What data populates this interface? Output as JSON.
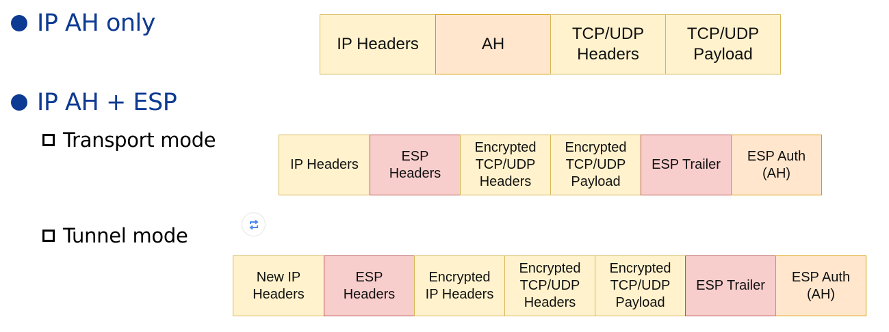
{
  "bullets": {
    "ah_only": "IP AH only",
    "ah_esp": "IP AH + ESP",
    "transport": "Transport mode",
    "tunnel": "Tunnel mode"
  },
  "colors": {
    "bullet_blue": "#0d3a92",
    "plain_fill": "#fff2cc",
    "plain_border": "#d6b656",
    "ah_fill": "#ffe6cc",
    "ah_border": "#d79b00",
    "esp_fill": "#f8cecc",
    "esp_border": "#b85450"
  },
  "diagrams": {
    "ah_only": {
      "cells": [
        {
          "lines": [
            "IP Headers"
          ],
          "kind": "plain"
        },
        {
          "lines": [
            "AH"
          ],
          "kind": "ah"
        },
        {
          "lines": [
            "TCP/UDP",
            "Headers"
          ],
          "kind": "plain"
        },
        {
          "lines": [
            "TCP/UDP",
            "Payload"
          ],
          "kind": "plain"
        }
      ]
    },
    "transport": {
      "cells": [
        {
          "lines": [
            "IP Headers"
          ],
          "kind": "plain"
        },
        {
          "lines": [
            "ESP",
            "Headers"
          ],
          "kind": "esp"
        },
        {
          "lines": [
            "Encrypted",
            "TCP/UDP",
            "Headers"
          ],
          "kind": "plain"
        },
        {
          "lines": [
            "Encrypted",
            "TCP/UDP",
            "Payload"
          ],
          "kind": "plain"
        },
        {
          "lines": [
            "ESP Trailer"
          ],
          "kind": "esp"
        },
        {
          "lines": [
            "ESP Auth",
            "(AH)"
          ],
          "kind": "ah"
        }
      ]
    },
    "tunnel": {
      "cells": [
        {
          "lines": [
            "New IP",
            "Headers"
          ],
          "kind": "plain"
        },
        {
          "lines": [
            "ESP",
            "Headers"
          ],
          "kind": "esp"
        },
        {
          "lines": [
            "Encrypted",
            "IP Headers"
          ],
          "kind": "plain"
        },
        {
          "lines": [
            "Encrypted",
            "TCP/UDP",
            "Headers"
          ],
          "kind": "plain"
        },
        {
          "lines": [
            "Encrypted",
            "TCP/UDP",
            "Payload"
          ],
          "kind": "plain"
        },
        {
          "lines": [
            "ESP Trailer"
          ],
          "kind": "esp"
        },
        {
          "lines": [
            "ESP Auth",
            "(AH)"
          ],
          "kind": "ah"
        }
      ]
    }
  },
  "floating_button": {
    "icon": "repeat-icon"
  }
}
